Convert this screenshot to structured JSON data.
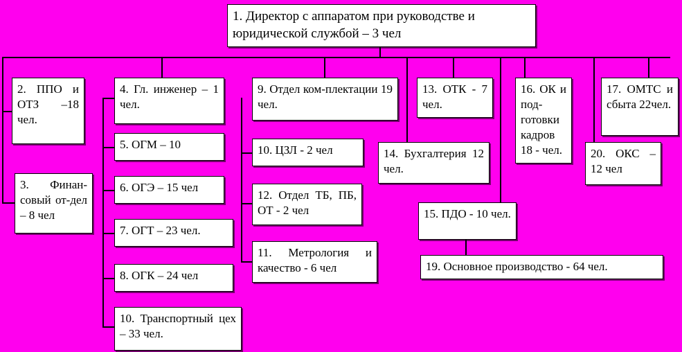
{
  "diagram": {
    "title_box": {
      "id": "1",
      "text": "1. Директор с аппаратом при руководстве и юридической службой – 3 чел"
    },
    "nodes": [
      {
        "id": "2",
        "name": "ppo-otz",
        "text": "2. ППО и ОТЗ  –18 чел."
      },
      {
        "id": "3",
        "name": "financial-dept",
        "text": "3. Финан-совый от-дел – 8 чел"
      },
      {
        "id": "4",
        "name": "chief-engineer",
        "text": "4. Гл. инженер – 1 чел."
      },
      {
        "id": "5",
        "name": "ogm",
        "text": "5. ОГМ – 10"
      },
      {
        "id": "6",
        "name": "oge",
        "text": "6. ОГЭ – 15 чел"
      },
      {
        "id": "7",
        "name": "ogt",
        "text": "7. ОГТ – 23 чел."
      },
      {
        "id": "8",
        "name": "ogk",
        "text": "8. ОГК – 24 чел"
      },
      {
        "id": "9",
        "name": "completion-dept",
        "text": "9. Отдел ком-плектации 19 чел."
      },
      {
        "id": "10a",
        "name": "czl",
        "text": "10. ЦЗЛ - 2 чел"
      },
      {
        "id": "10b",
        "name": "transport-shop",
        "text": "10. Транспортный цех – 33 чел."
      },
      {
        "id": "11",
        "name": "metrology-quality",
        "text": "11. Метрология и качество - 6  чел"
      },
      {
        "id": "12",
        "name": "tb-pb-ot-dept",
        "text": "12. Отдел ТБ, ПБ, ОТ - 2 чел"
      },
      {
        "id": "13",
        "name": "otk",
        "text": "13. ОТК - 7 чел."
      },
      {
        "id": "14",
        "name": "accounting",
        "text": "14. Бухгалтерия 12   чел."
      },
      {
        "id": "15",
        "name": "pdo",
        "text": "15. ПДО - 10 чел."
      },
      {
        "id": "16",
        "name": "hr-training",
        "text": "16. ОК и под-готовки кадров 18 - чел."
      },
      {
        "id": "17",
        "name": "omts-sales",
        "text": "17. ОМТС и сбыта 22чел."
      },
      {
        "id": "19",
        "name": "main-production",
        "text": "19. Основное производство - 64 чел."
      },
      {
        "id": "20",
        "name": "oks",
        "text": "20. ОКС – 12 чел"
      }
    ],
    "colors": {
      "background": "#FF00EE",
      "node_fill": "#FFFFFF",
      "node_border": "#000000",
      "connector": "#000000"
    }
  }
}
